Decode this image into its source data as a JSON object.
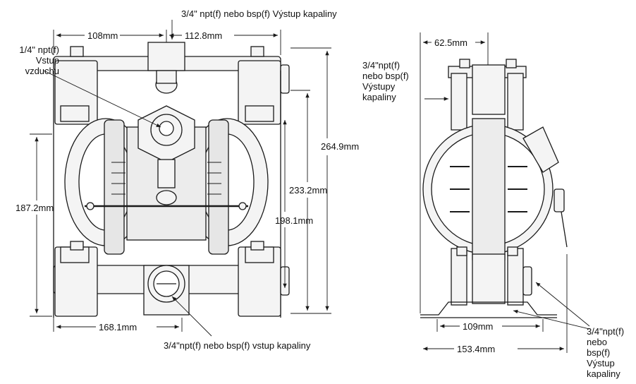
{
  "labels": {
    "fluid_outlet_top": "3/4\" npt(f) nebo bsp(f) Výstup kapaliny",
    "air_inlet": "1/4\" npt(f)\nVstup\nvzduchu",
    "dim_108": "108mm",
    "dim_112_8": "112.8mm",
    "dim_264_9": "264.9mm",
    "dim_233_2": "233.2mm",
    "dim_198_1": "198.1mm",
    "dim_187_2": "187.2mm",
    "dim_168_1": "168.1mm",
    "fluid_inlet_bottom": "3/4\"npt(f) nebo bsp(f) vstup  kapaliny",
    "dim_62_5": "62.5mm",
    "fluid_outlets_side": "3/4\"npt(f)\nnebo bsp(f)\nVýstupy\nkapaliny",
    "dim_109": "109mm",
    "dim_153_4": "153.4mm",
    "fluid_outlet_side_bottom": "3/4\"npt(f)\nnebo\nbsp(f)\nVýstup\nkapaliny"
  },
  "colors": {
    "line": "#1a1a1a",
    "fill": "#f4f4f4",
    "shade": "#cfcfcf"
  }
}
